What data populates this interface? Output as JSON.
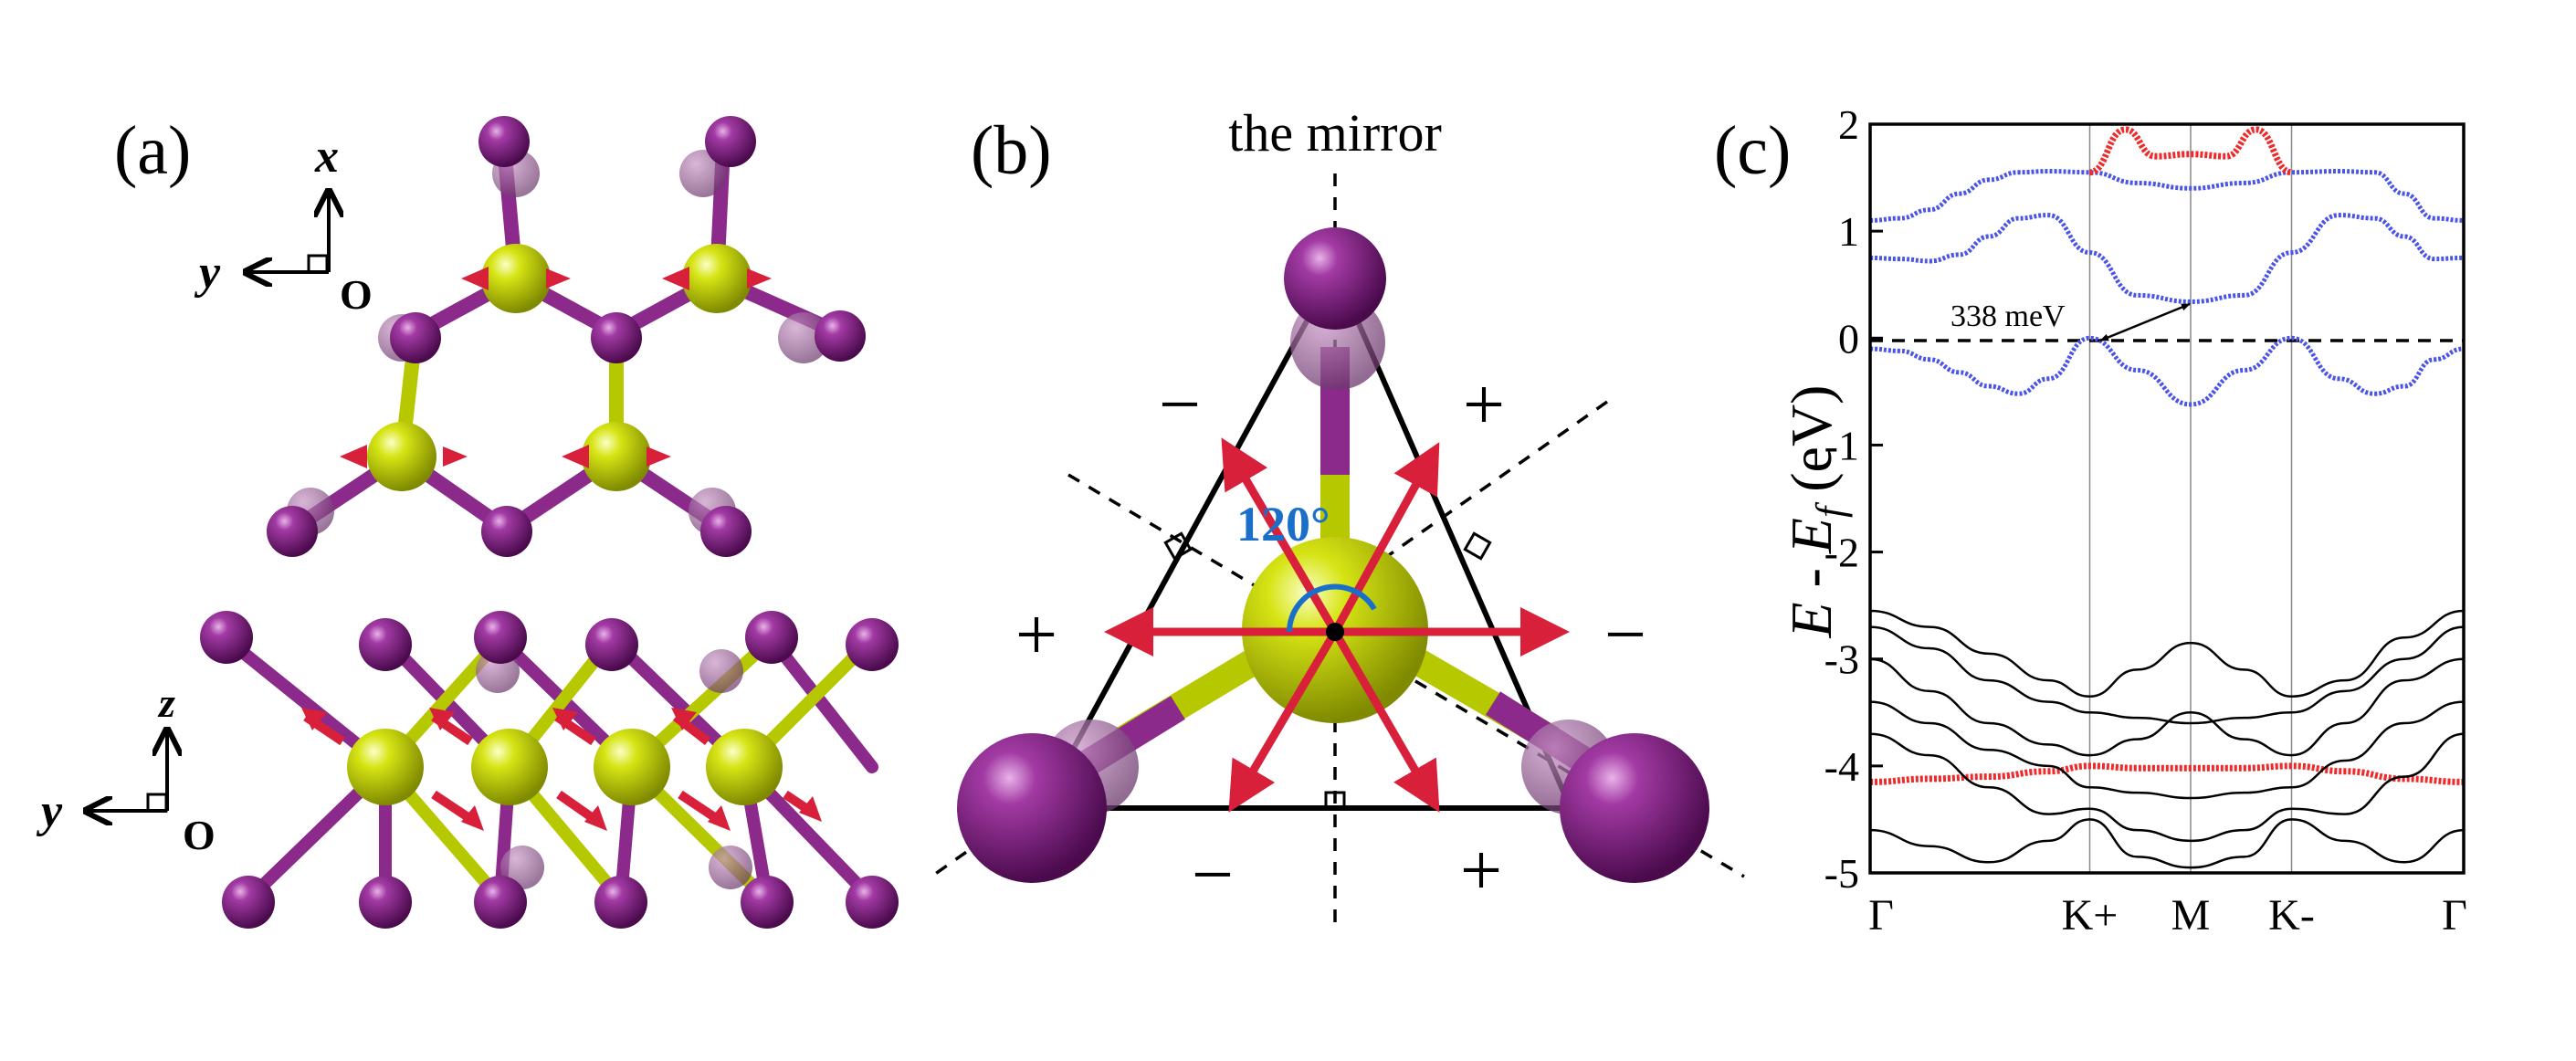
{
  "panels": {
    "a": {
      "label": "(a)",
      "axis_top": {
        "x": "x",
        "y": "y",
        "o": "O"
      },
      "axis_bottom": {
        "z": "z",
        "y": "y",
        "o": "O"
      }
    },
    "b": {
      "label": "(b)",
      "title": "the mirror",
      "angle_label": "120°",
      "signs": [
        "−",
        "+",
        "+",
        "−",
        "−",
        "+"
      ]
    },
    "c": {
      "label": "(c)",
      "gap_label": "338 meV"
    }
  },
  "colors": {
    "iodine": "#7a1a7c",
    "metal": "#c8d800",
    "bond_purple": "#8b2a8b",
    "bond_yellow": "#b6c800",
    "arrow_red": "#d9203a",
    "angle_blue": "#1a6fc8",
    "band_blue": "#4a55e8",
    "band_red": "#ee2a2a",
    "band_black": "#000000"
  },
  "chart_data": {
    "type": "line",
    "title": "",
    "xlabel": "",
    "ylabel": "E - Ef (eV)",
    "ylim": [
      -5,
      2
    ],
    "yticks": [
      "-5",
      "-4",
      "-3",
      "-2",
      "-1",
      "0",
      "1",
      "2"
    ],
    "ytick_values": [
      -5,
      -4,
      -3,
      -2,
      -1,
      0,
      1,
      2
    ],
    "k_labels": [
      "Γ",
      "K+",
      "M",
      "K-",
      "Γ"
    ],
    "k_positions": [
      0,
      0.37,
      0.54,
      0.71,
      1.0
    ],
    "fermi_level": 0,
    "gap_annotation": {
      "text": "338 meV",
      "from": [
        0.37,
        0.0
      ],
      "to": [
        0.54,
        0.34
      ]
    },
    "series": [
      {
        "color": "blue",
        "x": [
          0,
          0.05,
          0.1,
          0.15,
          0.2,
          0.25,
          0.3,
          0.37,
          0.45,
          0.54,
          0.63,
          0.71,
          0.79,
          0.85,
          0.9,
          0.95,
          1.0
        ],
        "y": [
          -0.1,
          -0.12,
          -0.2,
          -0.32,
          -0.45,
          -0.52,
          -0.38,
          0.0,
          -0.3,
          -0.62,
          -0.3,
          0.0,
          -0.38,
          -0.52,
          -0.45,
          -0.2,
          -0.1
        ]
      },
      {
        "color": "blue",
        "x": [
          0,
          0.05,
          0.1,
          0.15,
          0.2,
          0.25,
          0.3,
          0.37,
          0.45,
          0.54,
          0.63,
          0.71,
          0.79,
          0.85,
          0.9,
          0.95,
          1.0
        ],
        "y": [
          0.75,
          0.74,
          0.72,
          0.78,
          0.95,
          1.12,
          1.15,
          0.8,
          0.4,
          0.34,
          0.4,
          0.8,
          1.15,
          1.12,
          0.95,
          0.74,
          0.75
        ]
      },
      {
        "color": "blue",
        "x": [
          0,
          0.05,
          0.1,
          0.15,
          0.2,
          0.25,
          0.3,
          0.37,
          0.45,
          0.54,
          0.63,
          0.71,
          0.79,
          0.85,
          0.9,
          0.95,
          1.0
        ],
        "y": [
          1.1,
          1.12,
          1.2,
          1.35,
          1.48,
          1.55,
          1.56,
          1.55,
          1.45,
          1.4,
          1.45,
          1.55,
          1.56,
          1.55,
          1.35,
          1.12,
          1.1
        ]
      },
      {
        "color": "red",
        "x": [
          0.37,
          0.43,
          0.48,
          0.54,
          0.6,
          0.65,
          0.71
        ],
        "y": [
          1.55,
          1.95,
          1.7,
          1.72,
          1.7,
          1.95,
          1.55
        ]
      },
      {
        "color": "red",
        "x": [
          0,
          0.1,
          0.2,
          0.3,
          0.37,
          0.45,
          0.54,
          0.63,
          0.71,
          0.8,
          0.9,
          1.0
        ],
        "y": [
          -4.15,
          -4.12,
          -4.1,
          -4.05,
          -4.0,
          -4.02,
          -4.02,
          -4.02,
          -4.0,
          -4.05,
          -4.12,
          -4.15
        ]
      },
      {
        "color": "black",
        "x": [
          0,
          0.1,
          0.2,
          0.3,
          0.37,
          0.45,
          0.54,
          0.63,
          0.71,
          0.8,
          0.9,
          1.0
        ],
        "y": [
          -2.55,
          -2.7,
          -2.95,
          -3.2,
          -3.35,
          -3.1,
          -2.85,
          -3.1,
          -3.35,
          -3.2,
          -2.8,
          -2.55
        ]
      },
      {
        "color": "black",
        "x": [
          0,
          0.1,
          0.2,
          0.3,
          0.37,
          0.45,
          0.54,
          0.63,
          0.71,
          0.8,
          0.9,
          1.0
        ],
        "y": [
          -2.7,
          -2.9,
          -3.2,
          -3.4,
          -3.5,
          -3.55,
          -3.6,
          -3.55,
          -3.5,
          -3.3,
          -3.0,
          -2.7
        ]
      },
      {
        "color": "black",
        "x": [
          0,
          0.1,
          0.2,
          0.3,
          0.37,
          0.45,
          0.54,
          0.63,
          0.71,
          0.8,
          0.9,
          1.0
        ],
        "y": [
          -3.0,
          -3.3,
          -3.6,
          -3.8,
          -3.9,
          -3.75,
          -3.5,
          -3.75,
          -3.9,
          -3.6,
          -3.2,
          -3.0
        ]
      },
      {
        "color": "black",
        "x": [
          0,
          0.1,
          0.2,
          0.3,
          0.37,
          0.45,
          0.54,
          0.63,
          0.71,
          0.8,
          0.9,
          1.0
        ],
        "y": [
          -3.4,
          -3.6,
          -3.85,
          -4.0,
          -4.2,
          -4.25,
          -4.3,
          -4.25,
          -4.2,
          -3.95,
          -3.6,
          -3.4
        ]
      },
      {
        "color": "black",
        "x": [
          0,
          0.1,
          0.2,
          0.3,
          0.37,
          0.45,
          0.54,
          0.63,
          0.71,
          0.8,
          0.9,
          1.0
        ],
        "y": [
          -3.7,
          -3.9,
          -4.2,
          -4.45,
          -4.4,
          -4.6,
          -4.7,
          -4.6,
          -4.4,
          -4.45,
          -4.1,
          -3.7
        ]
      },
      {
        "color": "black",
        "x": [
          0,
          0.1,
          0.2,
          0.3,
          0.37,
          0.45,
          0.54,
          0.63,
          0.71,
          0.8,
          0.9,
          1.0
        ],
        "y": [
          -4.6,
          -4.75,
          -4.9,
          -4.7,
          -4.5,
          -4.85,
          -4.95,
          -4.85,
          -4.5,
          -4.7,
          -4.9,
          -4.6
        ]
      }
    ]
  }
}
